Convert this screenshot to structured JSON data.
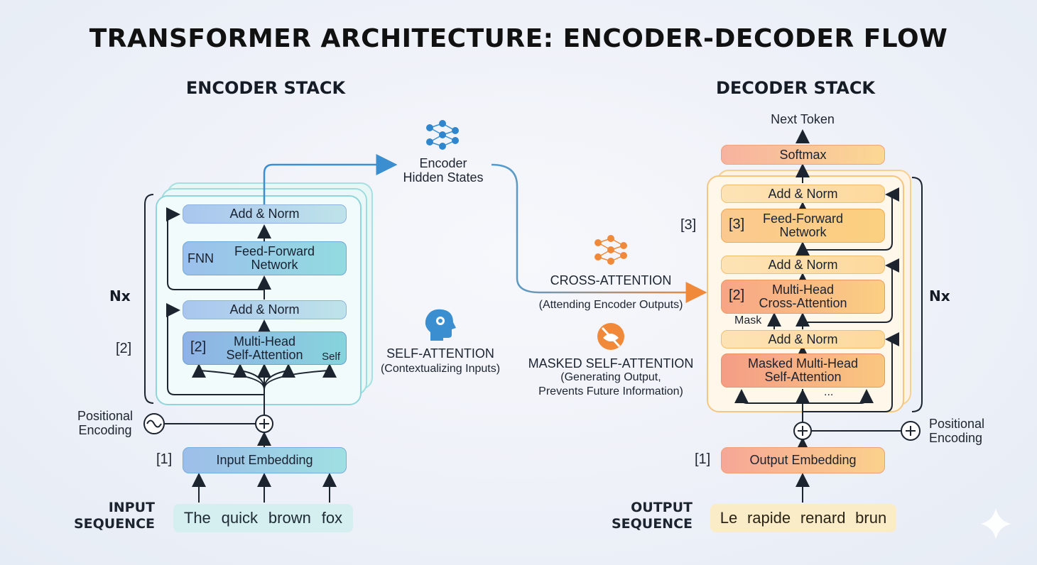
{
  "title": "TRANSFORMER ARCHITECTURE: ENCODER-DECODER FLOW",
  "encoder": {
    "title": "ENCODER STACK",
    "repeat_label": "Nx",
    "add_norm_top": "Add & Norm",
    "ffn_tag": "FNN",
    "ffn_line1": "Feed-Forward",
    "ffn_line2": "Network",
    "add_norm_bottom": "Add & Norm",
    "attn_index": "[2]",
    "attn_line1": "Multi-Head",
    "attn_line2": "Self-Attention",
    "attn_self_tag": "Self",
    "side_index": "[2]",
    "pos_enc_line1": "Positional",
    "pos_enc_line2": "Encoding",
    "embed_index": "[1]",
    "embedding": "Input Embedding",
    "seq_label_line1": "INPUT",
    "seq_label_line2": "SEQUENCE",
    "tokens": [
      "The",
      "quick",
      "brown",
      "fox"
    ]
  },
  "middle": {
    "hidden_line1": "Encoder",
    "hidden_line2": "Hidden States",
    "self_attn_title": "SELF-ATTENTION",
    "self_attn_desc": "(Contextualizing Inputs)",
    "cross_attn_title": "CROSS-ATTENTION",
    "cross_attn_desc": "(Attending Encoder Outputs)",
    "masked_title": "MASKED SELF-ATTENTION",
    "masked_desc1": "(Generating Output,",
    "masked_desc2": "Prevents Future Information)"
  },
  "decoder": {
    "title": "DECODER STACK",
    "next_token": "Next Token",
    "softmax": "Softmax",
    "repeat_label": "Nx",
    "add_norm_1": "Add & Norm",
    "ffn_index": "[3]",
    "ffn_line1": "Feed-Forward",
    "ffn_line2": "Network",
    "side_index": "[3]",
    "add_norm_2": "Add & Norm",
    "cross_index": "[2]",
    "cross_line1": "Multi-Head",
    "cross_line2": "Cross-Attention",
    "mask_label": "Mask",
    "add_norm_3": "Add & Norm",
    "masked_line1": "Masked Multi-Head",
    "masked_line2": "Self-Attention",
    "ellipsis": "...",
    "pos_enc_line1": "Positional",
    "pos_enc_line2": "Encoding",
    "embed_index": "[1]",
    "embedding": "Output Embedding",
    "seq_label_line1": "OUTPUT",
    "seq_label_line2": "SEQUENCE",
    "tokens": [
      "Le",
      "rapide",
      "renard",
      "brun"
    ]
  },
  "colors": {
    "encoder_accent": "#3b8fd0",
    "decoder_accent": "#f08a3a",
    "arrow": "#1c2430"
  }
}
